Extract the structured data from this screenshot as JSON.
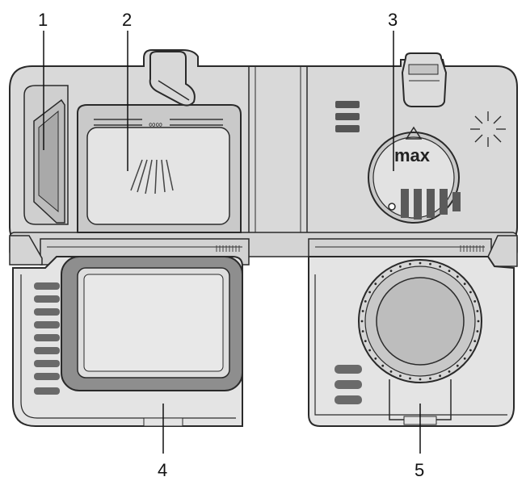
{
  "callouts": {
    "c1": "1",
    "c2": "2",
    "c3": "3",
    "c4": "4",
    "c5": "5"
  },
  "dial": {
    "label": "max"
  },
  "colors": {
    "body_fill": "#d9d9d9",
    "lid_fill": "#e6e6e6",
    "outline": "#2a2a2a",
    "dark_grey": "#6a6a6a",
    "gasket": "#8e8e8e",
    "knob": "#bdbdbd"
  }
}
